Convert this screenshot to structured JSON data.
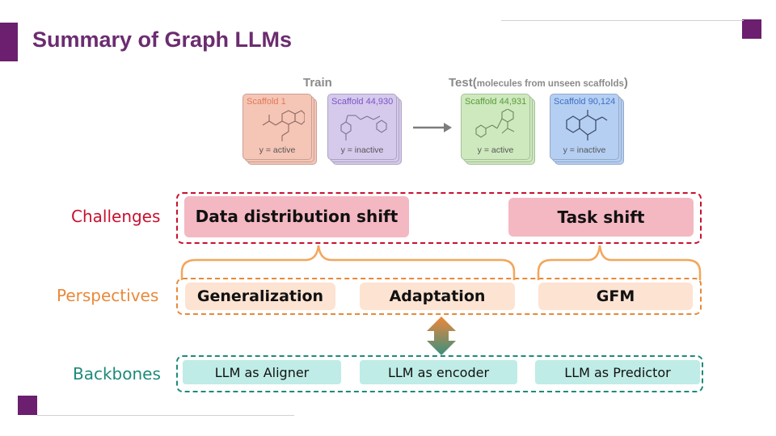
{
  "slide": {
    "title": "Summary of Graph LLMs"
  },
  "illustration": {
    "train_label": "Train",
    "test_label": "Test(",
    "test_note": "molecules from unseen scaffolds",
    "test_close": ")",
    "cards": [
      {
        "scaffold": "Scaffold 1",
        "y": "y = active",
        "fill": "#f5c5b6",
        "text_color": "#e07a56"
      },
      {
        "scaffold": "Scaffold 44,930",
        "y": "y = inactive",
        "fill": "#d5c9ec",
        "text_color": "#7a55c6"
      },
      {
        "scaffold": "Scaffold 44,931",
        "y": "y = active",
        "fill": "#cde9bd",
        "text_color": "#5a9a3a"
      },
      {
        "scaffold": "Scaffold 90,124",
        "y": "y = inactive",
        "fill": "#b5cff3",
        "text_color": "#3f6fc2"
      }
    ]
  },
  "rows": {
    "challenges": {
      "label": "Challenges",
      "color": "#c8102e",
      "items": [
        "Data distribution shift",
        "Task shift"
      ]
    },
    "perspectives": {
      "label": "Perspectives",
      "color": "#e8893a",
      "items": [
        "Generalization",
        "Adaptation",
        "GFM"
      ]
    },
    "backbones": {
      "label": "Backbones",
      "color": "#1d8a7a",
      "items": [
        "LLM as Aligner",
        "LLM as encoder",
        "LLM as Predictor"
      ]
    }
  }
}
